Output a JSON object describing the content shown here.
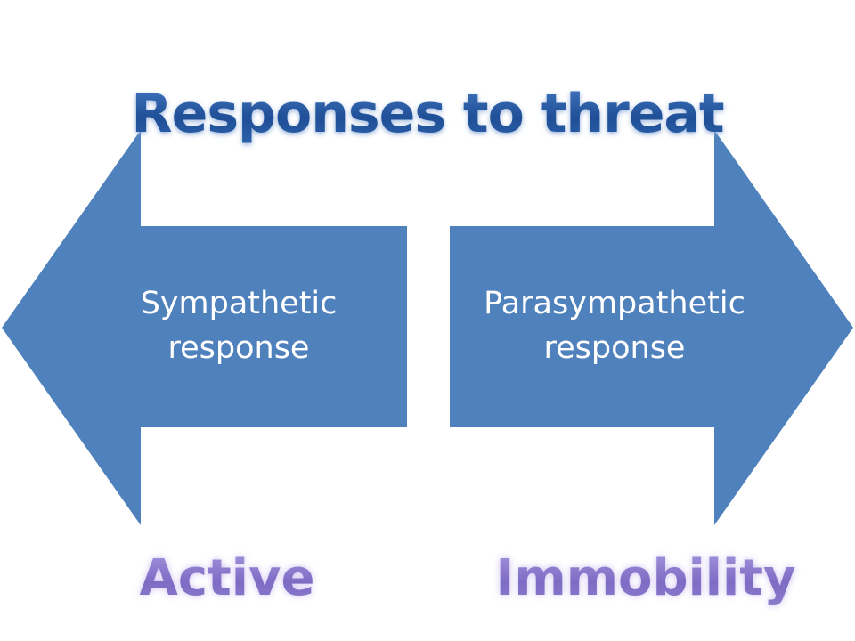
{
  "title": "Responses to threat",
  "left_arrow": {
    "line1": "Sympathetic",
    "line2": "response"
  },
  "right_arrow": {
    "line1": "Parasympathetic",
    "line2": "response"
  },
  "bottom": {
    "left": "Active",
    "right": "Immobility"
  },
  "colors": {
    "arrow_fill": "#4f81bd",
    "title": "#2b5fa8",
    "bottom_labels": "#8a78c8"
  }
}
